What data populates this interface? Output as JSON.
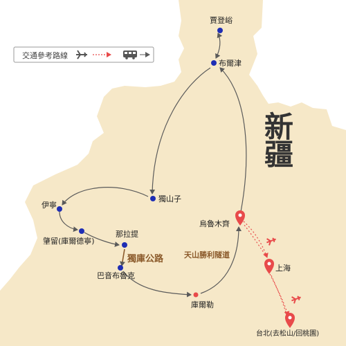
{
  "legend": {
    "title": "交通參考路線",
    "flight_icon": "airplane-icon",
    "bus_icon": "bus-icon"
  },
  "region_label": [
    "新",
    "疆"
  ],
  "places": {
    "jiadengyu": "賈登峪",
    "burqin": "布爾津",
    "dushanzi": "獨山子",
    "yining": "伊寧",
    "zhaosu": "肇留(庫爾德寧)",
    "nalati": "那拉提",
    "bayinbuluke": "巴音布魯克",
    "kuerle": "庫爾勒",
    "urumqi": "烏魯木齊",
    "shanghai": "上海",
    "taipei": "台北(去松山/回桃園)"
  },
  "road_labels": {
    "duku": "獨庫公路",
    "tianshan": "天山勝利隧道"
  },
  "colors": {
    "land": "#f6e8c8",
    "background": "#ffffff",
    "route": "#5a5a5a",
    "flight": "#e84a4a",
    "city_dot": "#1f2eb4",
    "highlight": "#8b5a2b",
    "pin": "#e84a4a"
  }
}
